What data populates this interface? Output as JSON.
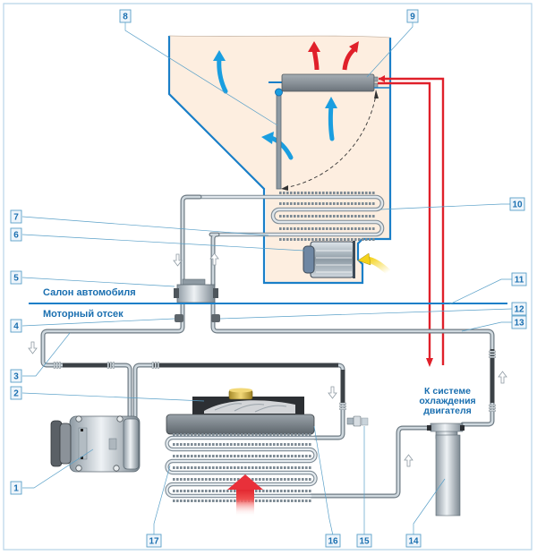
{
  "diagram": {
    "title": "Схема системы кондиционирования и отопления",
    "zones": {
      "cabin": "Салон автомобиля",
      "engine": "Моторный отсек"
    },
    "note_lines": [
      "К системе",
      "охлаждения",
      "двигателя"
    ],
    "callouts": [
      {
        "id": "1",
        "label": "1",
        "part": "compressor"
      },
      {
        "id": "2",
        "label": "2",
        "part": "condenser-fan"
      },
      {
        "id": "3",
        "label": "3",
        "part": "low-pressure-line"
      },
      {
        "id": "4",
        "label": "4",
        "part": "service-valve-low"
      },
      {
        "id": "5",
        "label": "5",
        "part": "expansion-valve"
      },
      {
        "id": "6",
        "label": "6",
        "part": "heater-blower"
      },
      {
        "id": "7",
        "label": "7",
        "part": "heater-housing"
      },
      {
        "id": "8",
        "label": "8",
        "part": "air-damper"
      },
      {
        "id": "9",
        "label": "9",
        "part": "heater-core"
      },
      {
        "id": "10",
        "label": "10",
        "part": "evaporator"
      },
      {
        "id": "11",
        "label": "11",
        "part": "bulkhead"
      },
      {
        "id": "12",
        "label": "12",
        "part": "service-valve-high"
      },
      {
        "id": "13",
        "label": "13",
        "part": "high-pressure-line"
      },
      {
        "id": "14",
        "label": "14",
        "part": "receiver-drier"
      },
      {
        "id": "15",
        "label": "15",
        "part": "pressure-sensor"
      },
      {
        "id": "16",
        "label": "16",
        "part": "condenser-fan-housing"
      },
      {
        "id": "17",
        "label": "17",
        "part": "condenser"
      }
    ],
    "colors": {
      "housing_outline": "#1a7fc8",
      "housing_fill": "#fdeee0",
      "pipe": "#7d8a94",
      "pipe_light": "#c9d3da",
      "hot_pipe": "#e0202a",
      "cold_air": "#1a9ee0",
      "hot_air": "#e0202a",
      "callout_text": "#1a6fb0",
      "border": "#b8d4e8"
    }
  }
}
